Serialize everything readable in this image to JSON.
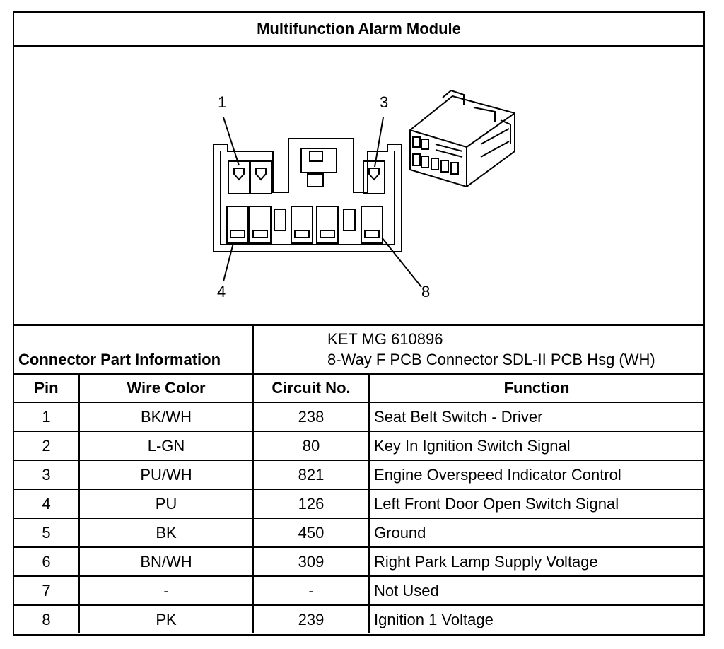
{
  "title": "Multifunction Alarm Module",
  "diagram": {
    "callouts": [
      "1",
      "3",
      "4",
      "8"
    ]
  },
  "connector_info": {
    "label": "Connector Part Information",
    "lines": [
      "KET MG 610896",
      "8-Way F PCB Connector SDL-II PCB Hsg (WH)"
    ]
  },
  "table": {
    "headers": [
      "Pin",
      "Wire Color",
      "Circuit No.",
      "Function"
    ],
    "rows": [
      {
        "pin": "1",
        "wire": "BK/WH",
        "circuit": "238",
        "function": "Seat Belt Switch - Driver"
      },
      {
        "pin": "2",
        "wire": "L-GN",
        "circuit": "80",
        "function": "Key In Ignition Switch Signal"
      },
      {
        "pin": "3",
        "wire": "PU/WH",
        "circuit": "821",
        "function": "Engine Overspeed Indicator Control"
      },
      {
        "pin": "4",
        "wire": "PU",
        "circuit": "126",
        "function": "Left Front Door Open Switch Signal"
      },
      {
        "pin": "5",
        "wire": "BK",
        "circuit": "450",
        "function": "Ground"
      },
      {
        "pin": "6",
        "wire": "BN/WH",
        "circuit": "309",
        "function": "Right Park Lamp Supply Voltage"
      },
      {
        "pin": "7",
        "wire": "-",
        "circuit": "-",
        "function": "Not Used"
      },
      {
        "pin": "8",
        "wire": "PK",
        "circuit": "239",
        "function": "Ignition 1 Voltage"
      }
    ]
  }
}
